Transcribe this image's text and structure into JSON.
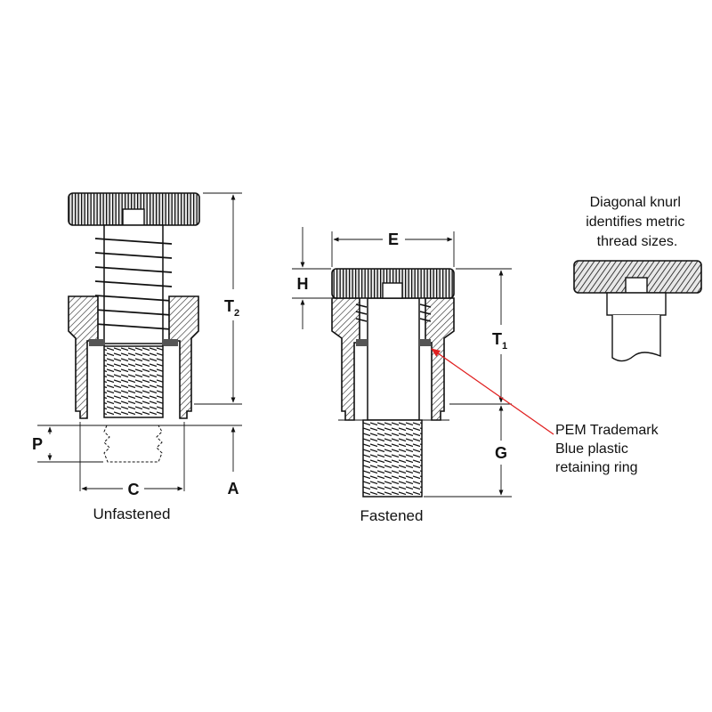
{
  "labels": {
    "unfastened": "Unfastened",
    "fastened": "Fastened",
    "dim_c": "C",
    "dim_a": "A",
    "dim_p": "P",
    "dim_t2": "T",
    "dim_t2_sub": "2",
    "dim_e": "E",
    "dim_h": "H",
    "dim_t1": "T",
    "dim_t1_sub": "1",
    "dim_g": "G"
  },
  "notes": {
    "knurl": [
      "Diagonal knurl",
      "identifies metric",
      "thread sizes."
    ],
    "ring": [
      "PEM Trademark",
      "Blue plastic",
      "retaining ring"
    ]
  },
  "colors": {
    "line": "#111111",
    "hatch": "#333333",
    "pointer": "#e02020",
    "ring": "#555555"
  }
}
